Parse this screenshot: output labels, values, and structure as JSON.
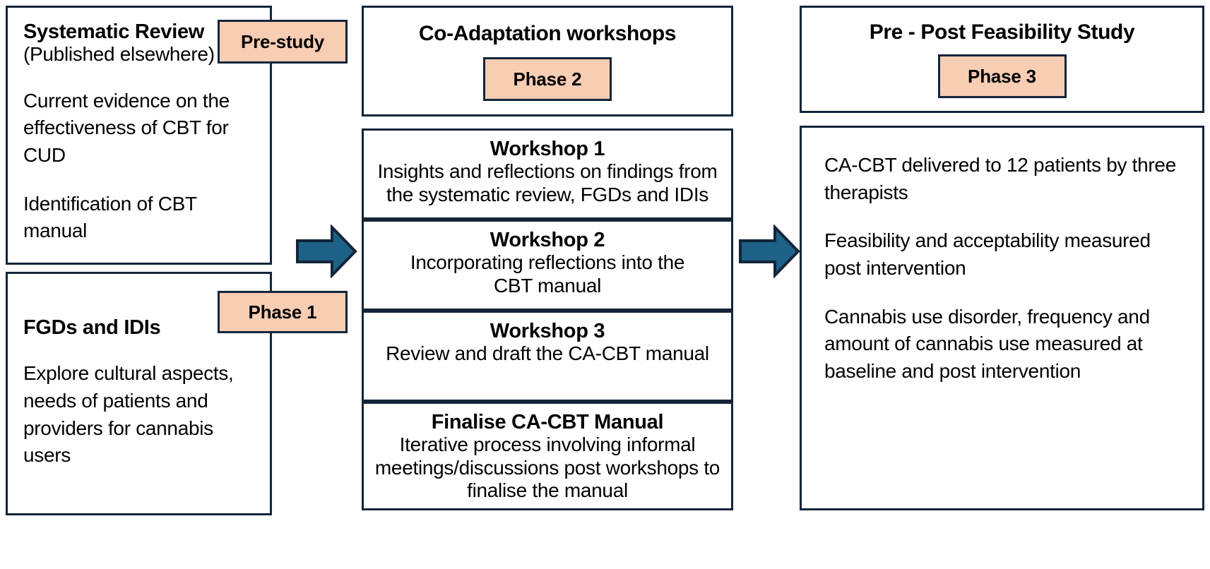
{
  "figure": {
    "type": "flowchart",
    "orientation": "left-to-right, three stages",
    "colors": {
      "border": "#14253a",
      "badge_fill": "#f7cdb4",
      "arrow_fill": "#1d6286",
      "background": "#ffffff"
    }
  },
  "stages": {
    "left": {
      "badges": [
        {
          "label": "Pre-study"
        },
        {
          "label": "Phase 1"
        }
      ],
      "boxes": [
        {
          "title": "Systematic Review",
          "subtitle": "(Published elsewhere)",
          "paragraphs": [
            "Current evidence on the effectiveness of CBT for CUD",
            "Identification of CBT manual"
          ]
        },
        {
          "title": "FGDs and IDIs",
          "subtitle": "",
          "paragraphs": [
            "Explore cultural aspects, needs of patients and providers for cannabis users"
          ]
        }
      ]
    },
    "middle": {
      "header": {
        "title": "Co-Adaptation workshops",
        "badge": "Phase 2"
      },
      "items": [
        {
          "title": "Workshop 1",
          "description": "Insights and reflections on findings from the systematic review, FGDs and IDIs"
        },
        {
          "title": "Workshop 2",
          "description": "Incorporating reflections into the CBT manual"
        },
        {
          "title": "Workshop 3",
          "description": "Review and draft the CA-CBT manual"
        },
        {
          "title": "Finalise CA-CBT Manual",
          "description": "Iterative process involving informal meetings/discussions post workshops to finalise the manual"
        }
      ]
    },
    "right": {
      "header": {
        "title": "Pre - Post Feasibility Study",
        "badge": "Phase 3"
      },
      "paragraphs": [
        "CA-CBT delivered to 12 patients by three therapists",
        "Feasibility and acceptability measured post intervention",
        "Cannabis use disorder, frequency and amount of cannabis use measured at baseline and post intervention"
      ]
    }
  },
  "arrows": [
    {
      "name": "arrow-left-to-middle",
      "direction": "right"
    },
    {
      "name": "arrow-middle-to-right",
      "direction": "right"
    }
  ]
}
